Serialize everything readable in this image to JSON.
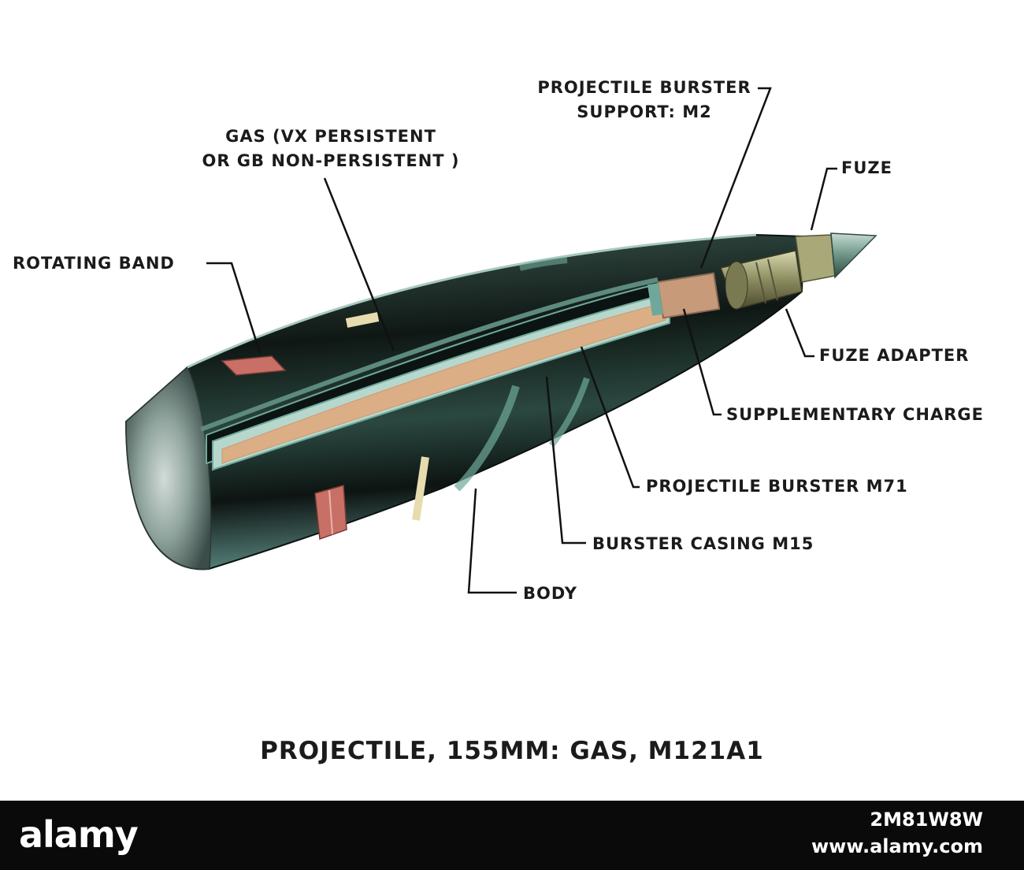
{
  "diagram": {
    "labels": {
      "projectile_burster_support": [
        "PROJECTILE BURSTER",
        "SUPPORT: M2"
      ],
      "gas": [
        "GAS (VX PERSISTENT",
        "OR GB NON-PERSISTENT )"
      ],
      "fuze": "FUZE",
      "rotating_band": "ROTATING BAND",
      "fuze_adapter": "FUZE ADAPTER",
      "supplementary_charge": "SUPPLEMENTARY CHARGE",
      "projectile_burster": "PROJECTILE BURSTER M71",
      "burster_casing": "BURSTER CASING M15",
      "body": "BODY"
    },
    "caption": "PROJECTILE, 155MM: GAS, M121A1",
    "colors": {
      "body": "#1f2a26",
      "body_highlight": "#6fa89a",
      "burster_fill": "#dcae86",
      "rotating_band": "#c97066",
      "fuze": "#8fb3a5",
      "fuze_adapter": "#9a9a70",
      "ring_stripe": "#e7dcae"
    }
  },
  "stock_banner": {
    "logo": "alamy",
    "image_id": "2M81W8W",
    "url": "www.alamy.com"
  }
}
